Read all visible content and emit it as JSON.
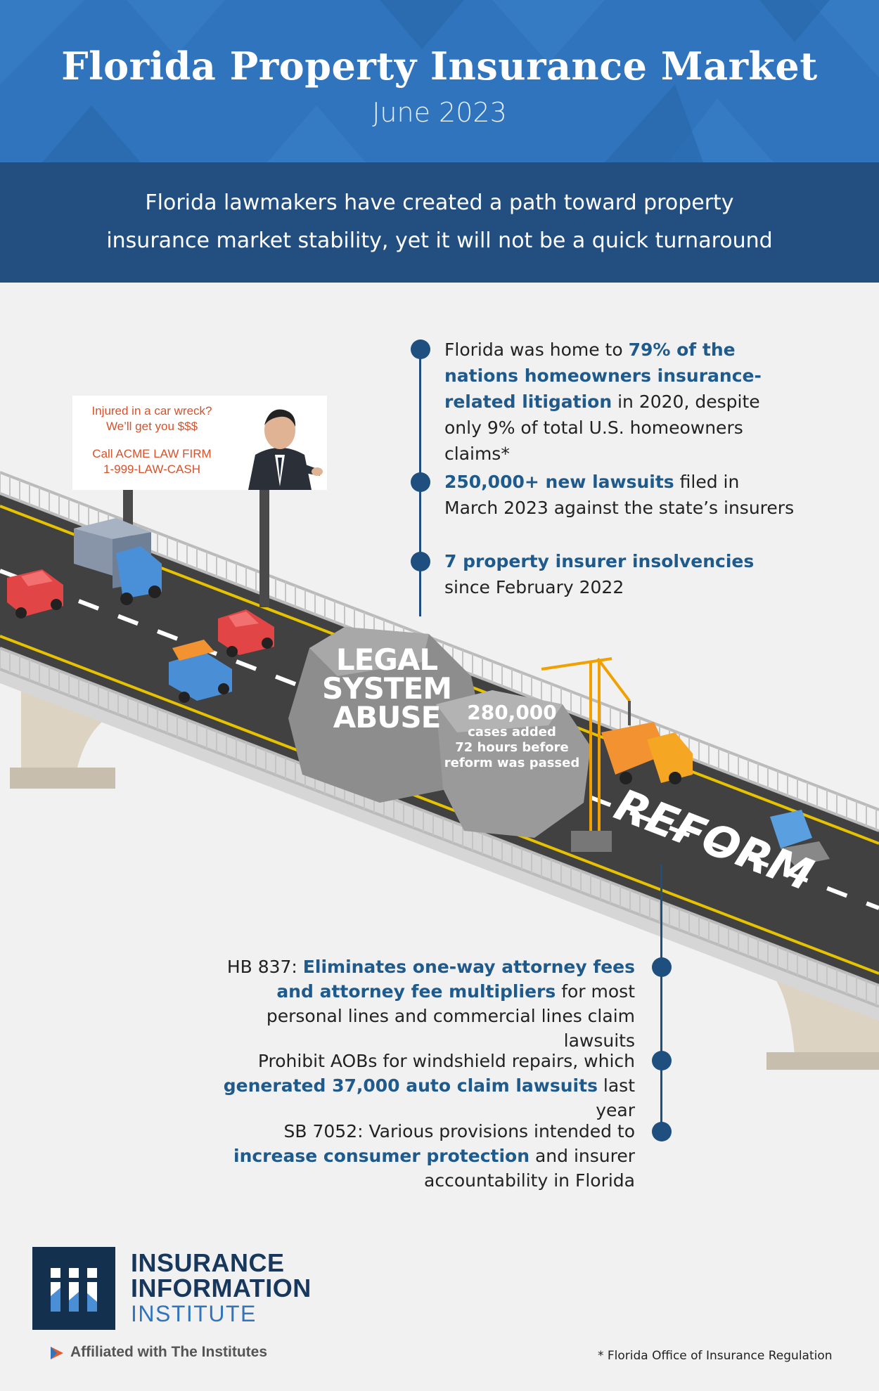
{
  "header": {
    "title": "Florida Property Insurance Market",
    "date": "June 2023"
  },
  "intro": {
    "line1": "Florida lawmakers have created a path toward property",
    "line2": "insurance market stability, yet it will not be a quick turnaround"
  },
  "problems": [
    {
      "parts": [
        {
          "text": "Florida was home to ",
          "highlight": false
        },
        {
          "text": "79% of the nations homeowners insurance-related litigation",
          "highlight": true
        },
        {
          "text": " in 2020, despite only 9% of total U.S. homeowners claims*",
          "highlight": false
        }
      ]
    },
    {
      "parts": [
        {
          "text": "250,000+ new lawsuits",
          "highlight": true
        },
        {
          "text": " filed in March 2023 against the state’s insurers",
          "highlight": false
        }
      ]
    },
    {
      "parts": [
        {
          "text": "7 property insurer insolvencies",
          "highlight": true
        },
        {
          "text": " since February 2022",
          "highlight": false
        }
      ]
    }
  ],
  "billboard": {
    "line1": "Injured in a car wreck?",
    "line2": "We’ll get you $$$",
    "line3": "Call ACME LAW FIRM",
    "line4": "1-999-LAW-CASH"
  },
  "roadblock": {
    "title_line1": "LEGAL",
    "title_line2": "SYSTEM",
    "title_line3": "ABUSE",
    "number": "280,000",
    "caption_line1": "cases added",
    "caption_line2": "72 hours before",
    "caption_line3": "reform was passed"
  },
  "road_label": "REFORM",
  "reforms": [
    {
      "parts": [
        {
          "text": "HB 837: ",
          "highlight": false
        },
        {
          "text": "Eliminates one-way attorney fees and attorney fee multipliers",
          "highlight": true
        },
        {
          "text": " for most personal lines and commercial lines claim lawsuits",
          "highlight": false
        }
      ]
    },
    {
      "parts": [
        {
          "text": "Prohibit AOBs for windshield repairs, which ",
          "highlight": false
        },
        {
          "text": "generated 37,000 auto claim lawsuits",
          "highlight": true
        },
        {
          "text": " last year",
          "highlight": false
        }
      ]
    },
    {
      "parts": [
        {
          "text": "SB 7052: Various provisions intended to ",
          "highlight": false
        },
        {
          "text": "increase consumer protection",
          "highlight": true
        },
        {
          "text": " and insurer accountability in Florida",
          "highlight": false
        }
      ]
    }
  ],
  "logo": {
    "line1": "INSURANCE",
    "line2": "INFORMATION",
    "line3": "INSTITUTE",
    "affiliation": "Affiliated with The Institutes"
  },
  "footnote": "* Florida Office of Insurance Regulation",
  "colors": {
    "header_blue": "#2f74bd",
    "subhead_navy": "#234e80",
    "highlight": "#1f5a8c",
    "billboard_text": "#d8512a"
  }
}
